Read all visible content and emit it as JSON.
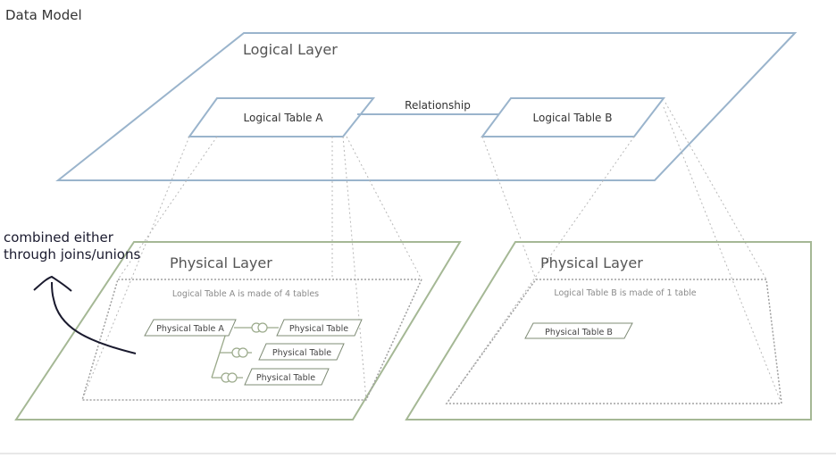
{
  "title": "Data Model",
  "colors": {
    "logical_stroke": "#9ab4cc",
    "physical_stroke": "#a5b895",
    "text_dark": "#333333",
    "text_muted": "#777777",
    "dotted": "#b8b8b8",
    "handwriting": "#1a1a2e"
  },
  "logical_layer": {
    "label": "Logical Layer",
    "table_a": "Logical Table A",
    "table_b": "Logical Table B",
    "relationship": "Relationship"
  },
  "physical_left": {
    "label": "Physical Layer",
    "caption": "Logical Table A is made of 4 tables",
    "table_a": "Physical Table A",
    "table_1": "Physical Table",
    "table_2": "Physical Table",
    "table_3": "Physical Table"
  },
  "physical_right": {
    "label": "Physical Layer",
    "caption": "Logical Table B is made of 1 table",
    "table_b": "Physical Table B"
  },
  "annotation": {
    "line1": "combined either",
    "line2": "through joins/unions"
  }
}
